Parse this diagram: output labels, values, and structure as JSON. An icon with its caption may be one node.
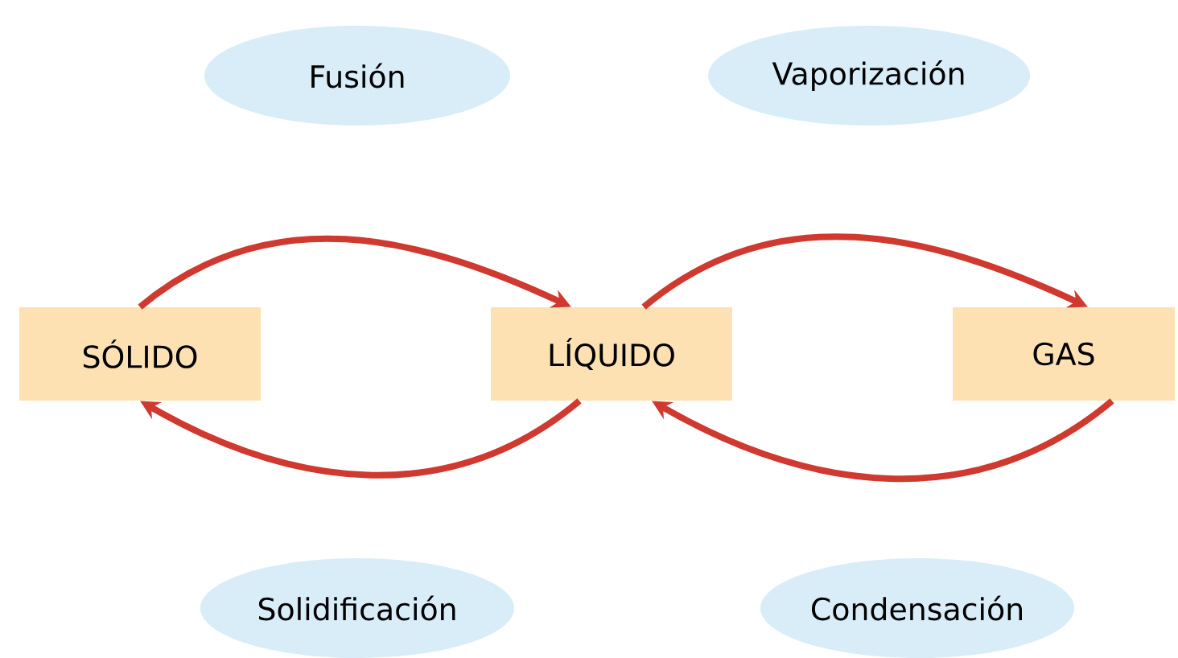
{
  "diagram": {
    "nodes": [
      {
        "text": [
          "Fusión"
        ]
      },
      {
        "text": [
          "Vaporización"
        ]
      },
      {
        "text": [
          "SÓLIDO"
        ]
      },
      {
        "text": [
          "LÍQUIDO"
        ]
      },
      {
        "text": [
          "GAS"
        ]
      },
      {
        "text": [
          "Solidificación"
        ]
      },
      {
        "text": [
          "Condensación"
        ]
      }
    ],
    "edges": [
      {
        "from": 2,
        "to": 3,
        "arrow": "to"
      },
      {
        "from": 3,
        "to": 4,
        "arrow": "to"
      },
      {
        "from": 4,
        "to": 3,
        "arrow": "to"
      },
      {
        "from": 3,
        "to": 2,
        "arrow": "to"
      }
    ]
  }
}
